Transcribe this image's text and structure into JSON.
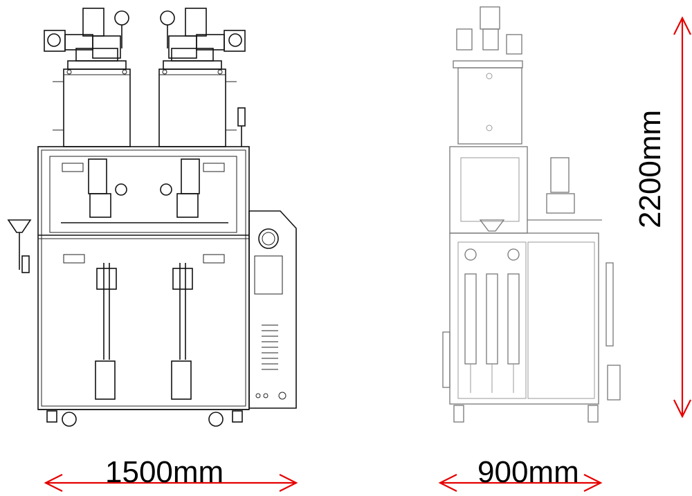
{
  "dimensions": {
    "front_width": "1500mm",
    "side_width": "900mm",
    "height": "2200mm"
  },
  "colors": {
    "dimension_arrow": "#e60000",
    "front_view_lines": "#111111",
    "side_view_lines": "#777777"
  }
}
